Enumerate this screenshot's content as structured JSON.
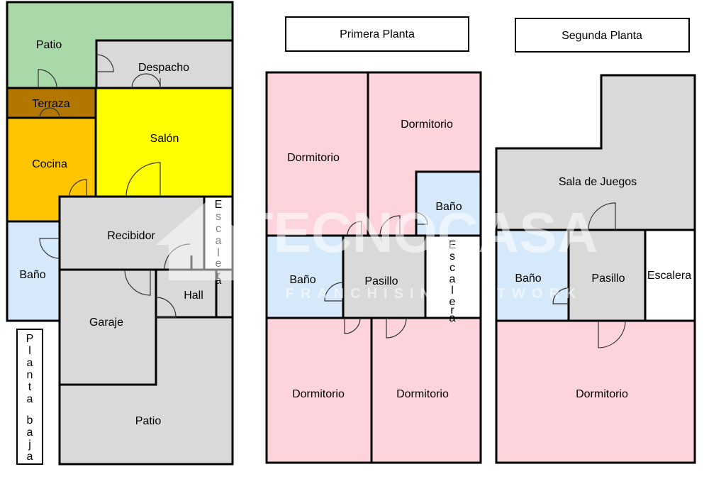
{
  "titles": {
    "first_floor": "Primera Planta",
    "second_floor": "Segunda Planta",
    "ground_floor_letters": [
      "P",
      "l",
      "a",
      "n",
      "t",
      "a",
      "",
      "b",
      "a",
      "j",
      "a"
    ]
  },
  "ground_floor": {
    "patio_top": "Patio",
    "despacho": "Despacho",
    "terraza": "Terraza",
    "salon": "Salón",
    "cocina": "Cocina",
    "recibidor": "Recibidor",
    "bano": "Baño",
    "garaje": "Garaje",
    "hall": "Hall",
    "patio_bottom": "Patio",
    "escalera_letters": [
      "E",
      "s",
      "c",
      "a",
      "l",
      "e",
      "r",
      "a"
    ]
  },
  "first_floor": {
    "dormitorio_top_left": "Dormitorio",
    "dormitorio_top_right": "Dormitorio",
    "bano_right": "Baño",
    "bano_left": "Baño",
    "pasillo": "Pasillo",
    "dormitorio_bottom_left": "Dormitorio",
    "dormitorio_bottom_right": "Dormitorio",
    "escalera_letters": [
      "E",
      "s",
      "c",
      "a",
      "l",
      "e",
      "r",
      "a"
    ]
  },
  "second_floor": {
    "sala_de_juegos": "Sala de Juegos",
    "bano": "Baño",
    "pasillo": "Pasillo",
    "escalera": "Escalera",
    "dormitorio": "Dormitorio"
  },
  "watermark": {
    "brand": "TECNOCASA",
    "tagline": "FRANCHISING NETWORK"
  },
  "colors": {
    "patio_green": "#a9d8a9",
    "gray": "#d9d9d9",
    "terraza_brown": "#b37700",
    "salon_yellow": "#ffff00",
    "cocina_orange": "#ffc600",
    "bano_blue": "#d6e9fb",
    "dormitorio_pink": "#fdd3dc",
    "escalera_white": "#ffffff"
  }
}
